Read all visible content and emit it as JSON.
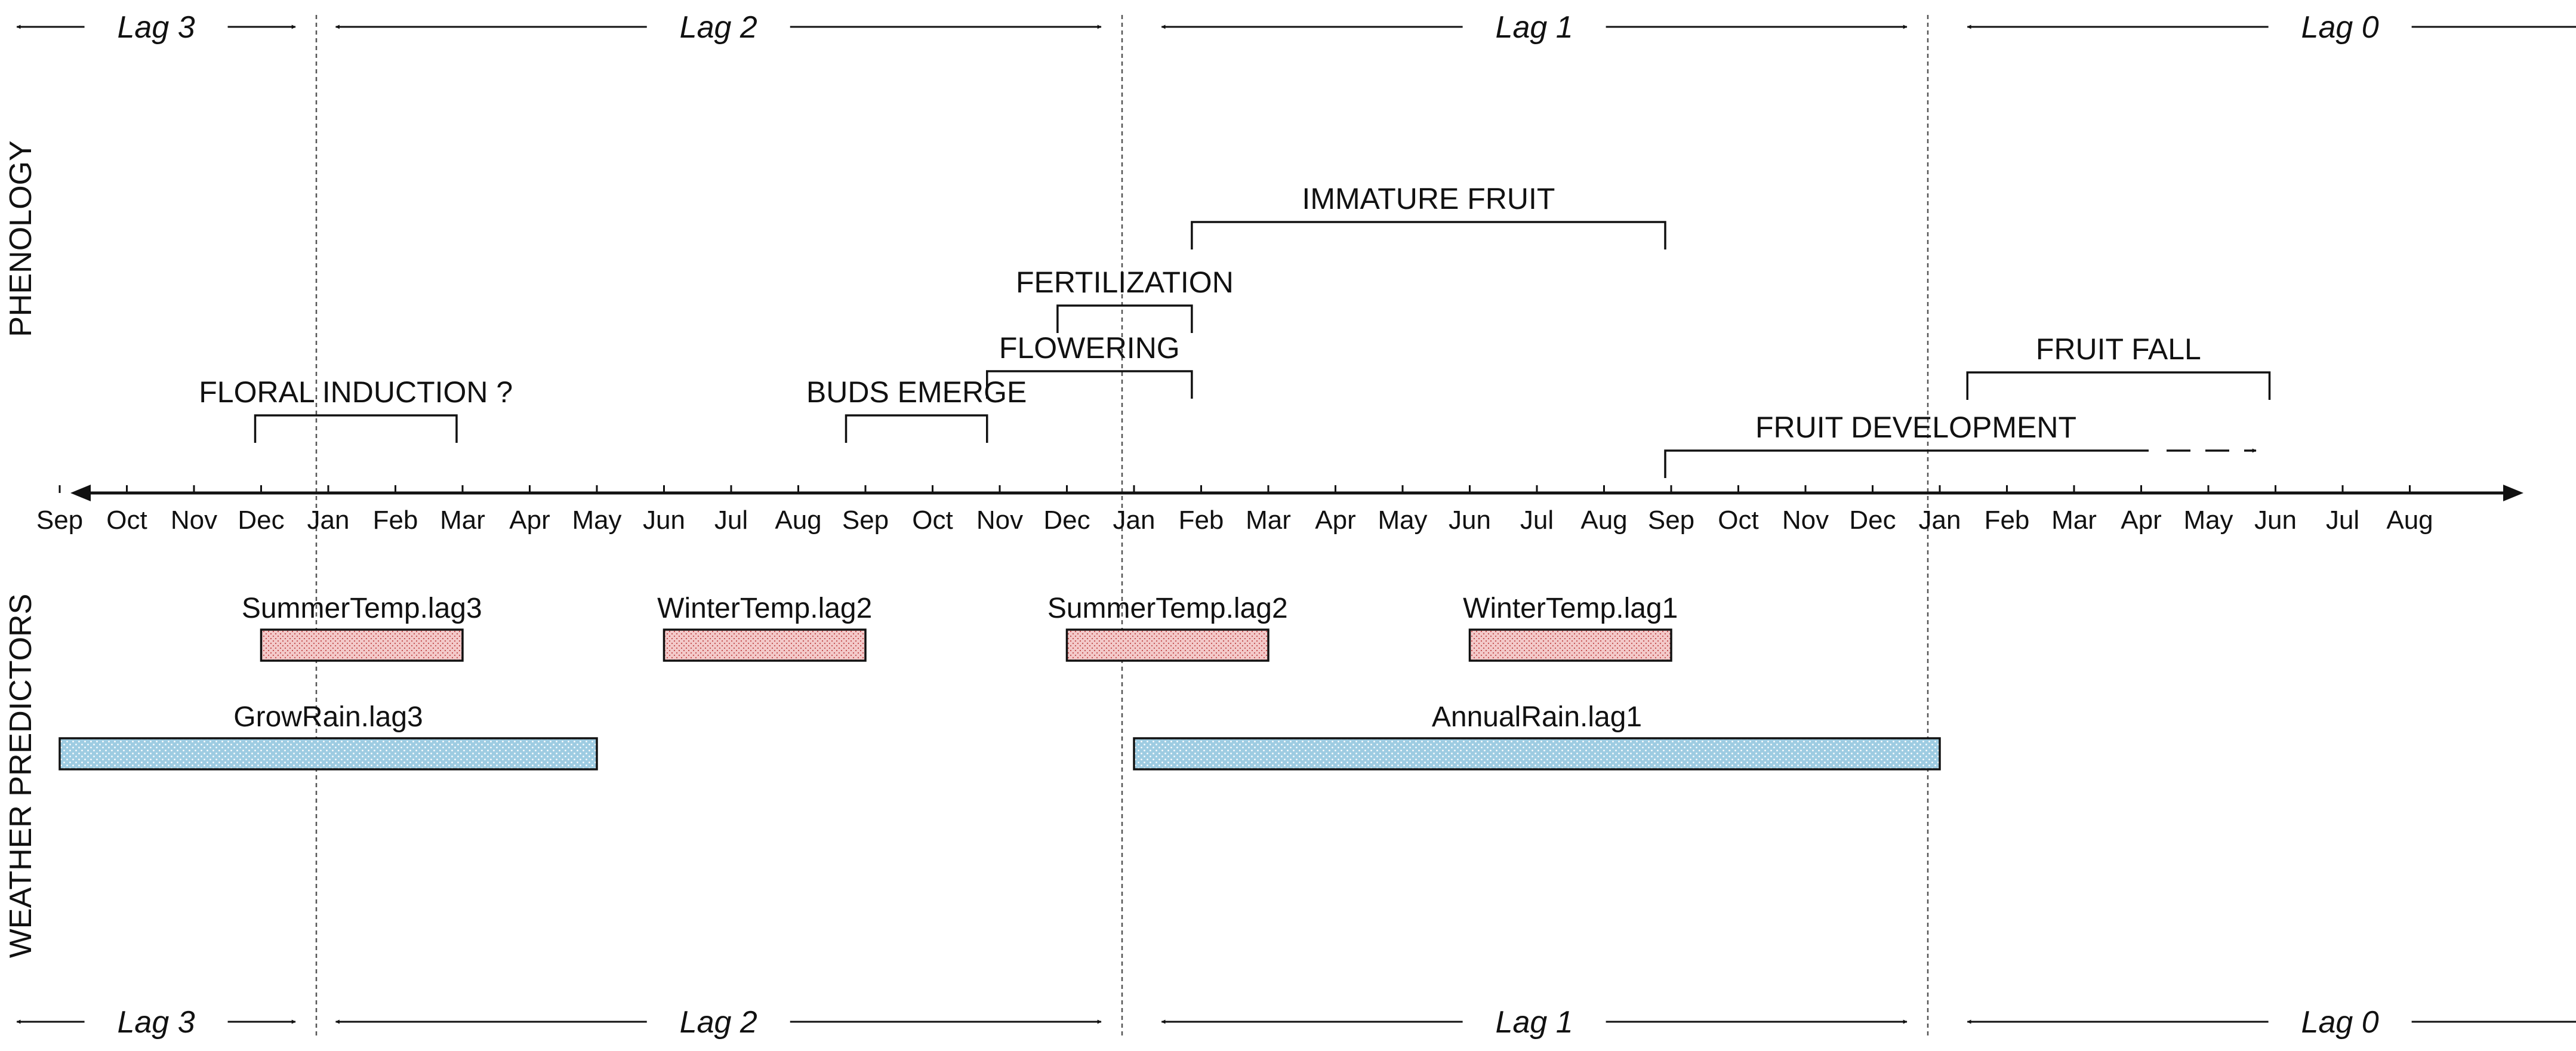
{
  "side_labels": {
    "phenology": "PHENOLOGY",
    "weather": "WEATHER PREDICTORS"
  },
  "lags_top": [
    "Lag 3",
    "Lag 2",
    "Lag 1",
    "Lag 0"
  ],
  "lags_bottom": [
    "Lag 3",
    "Lag 2",
    "Lag 1",
    "Lag 0"
  ],
  "months": [
    "Sep",
    "Oct",
    "Nov",
    "Dec",
    "Jan",
    "Feb",
    "Mar",
    "Apr",
    "May",
    "Jun",
    "Jul",
    "Aug",
    "Sep",
    "Oct",
    "Nov",
    "Dec",
    "Jan",
    "Feb",
    "Mar",
    "Apr",
    "May",
    "Jun",
    "Jul",
    "Aug",
    "Sep",
    "Oct",
    "Nov",
    "Dec",
    "Jan",
    "Feb",
    "Mar",
    "Apr",
    "May",
    "Jun",
    "Jul",
    "Aug"
  ],
  "phenology": [
    {
      "label": "FLORAL INDUCTION ?",
      "start": 3,
      "end": 6
    },
    {
      "label": "BUDS EMERGE",
      "start": 11.8,
      "end": 13.9
    },
    {
      "label": "FLOWERING",
      "start": 13.9,
      "end": 16.95
    },
    {
      "label": "FERTILIZATION",
      "start": 14.95,
      "end": 16.95
    },
    {
      "label": "IMMATURE FRUIT",
      "start": 16.95,
      "end": 24
    },
    {
      "label": "FRUIT DEVELOPMENT",
      "start": 24,
      "end": 31.2,
      "continues_to": 32.8
    },
    {
      "label": "FRUIT FALL",
      "start": 28.5,
      "end": 33
    }
  ],
  "weather": [
    {
      "label": "SummerTemp.lag3",
      "start": 3,
      "end": 6,
      "kind": "temp"
    },
    {
      "label": "WinterTemp.lag2",
      "start": 9,
      "end": 12,
      "kind": "temp"
    },
    {
      "label": "SummerTemp.lag2",
      "start": 15,
      "end": 18,
      "kind": "temp"
    },
    {
      "label": "WinterTemp.lag1",
      "start": 21,
      "end": 24,
      "kind": "temp"
    },
    {
      "label": "GrowRain.lag3",
      "start": 0,
      "end": 8,
      "kind": "rain"
    },
    {
      "label": "AnnualRain.lag1",
      "start": 16,
      "end": 28,
      "kind": "rain"
    }
  ],
  "colors": {
    "temp_fill": "#f3c9c9",
    "temp_dot": "#c04848",
    "rain_fill": "#9ecce2",
    "rain_dot": "#ffffff",
    "line": "#111111"
  }
}
